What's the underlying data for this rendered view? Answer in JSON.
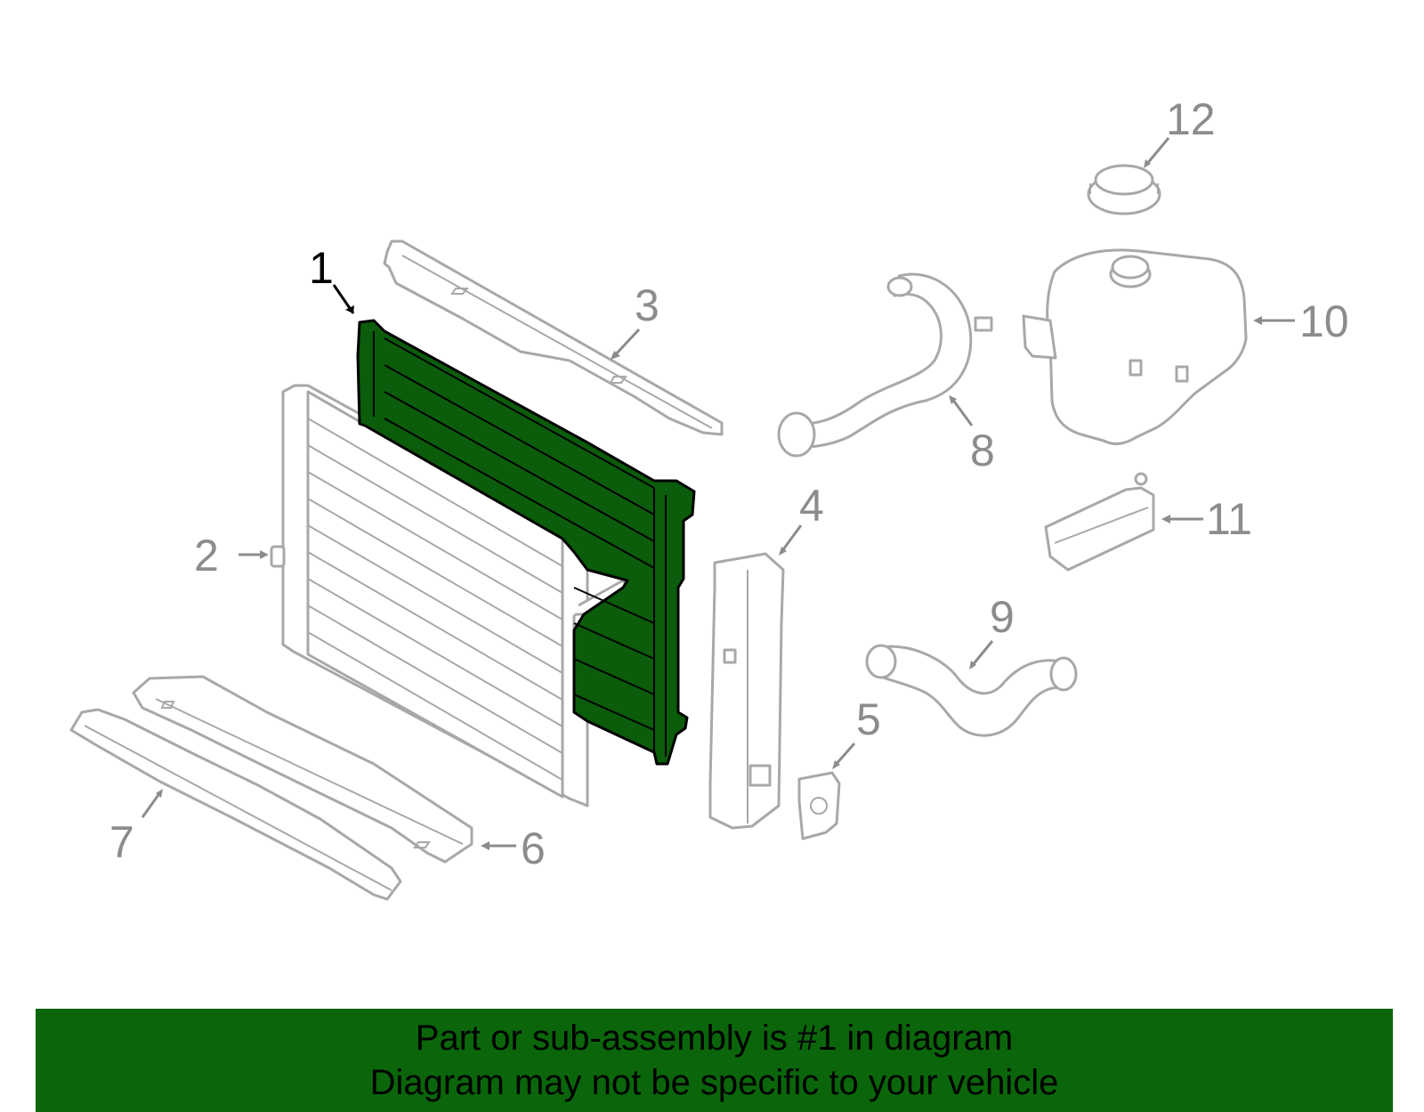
{
  "diagram": {
    "highlight_color": "#0b5c0b",
    "callouts": {
      "c1": "1",
      "c2": "2",
      "c3": "3",
      "c4": "4",
      "c5": "5",
      "c6": "6",
      "c7": "7",
      "c8": "8",
      "c9": "9",
      "c10": "10",
      "c11": "11",
      "c12": "12"
    }
  },
  "banner": {
    "background": "#0b650b",
    "line1": "Part or sub-assembly is #1 in diagram",
    "line2": "Diagram may not be specific to your vehicle"
  }
}
